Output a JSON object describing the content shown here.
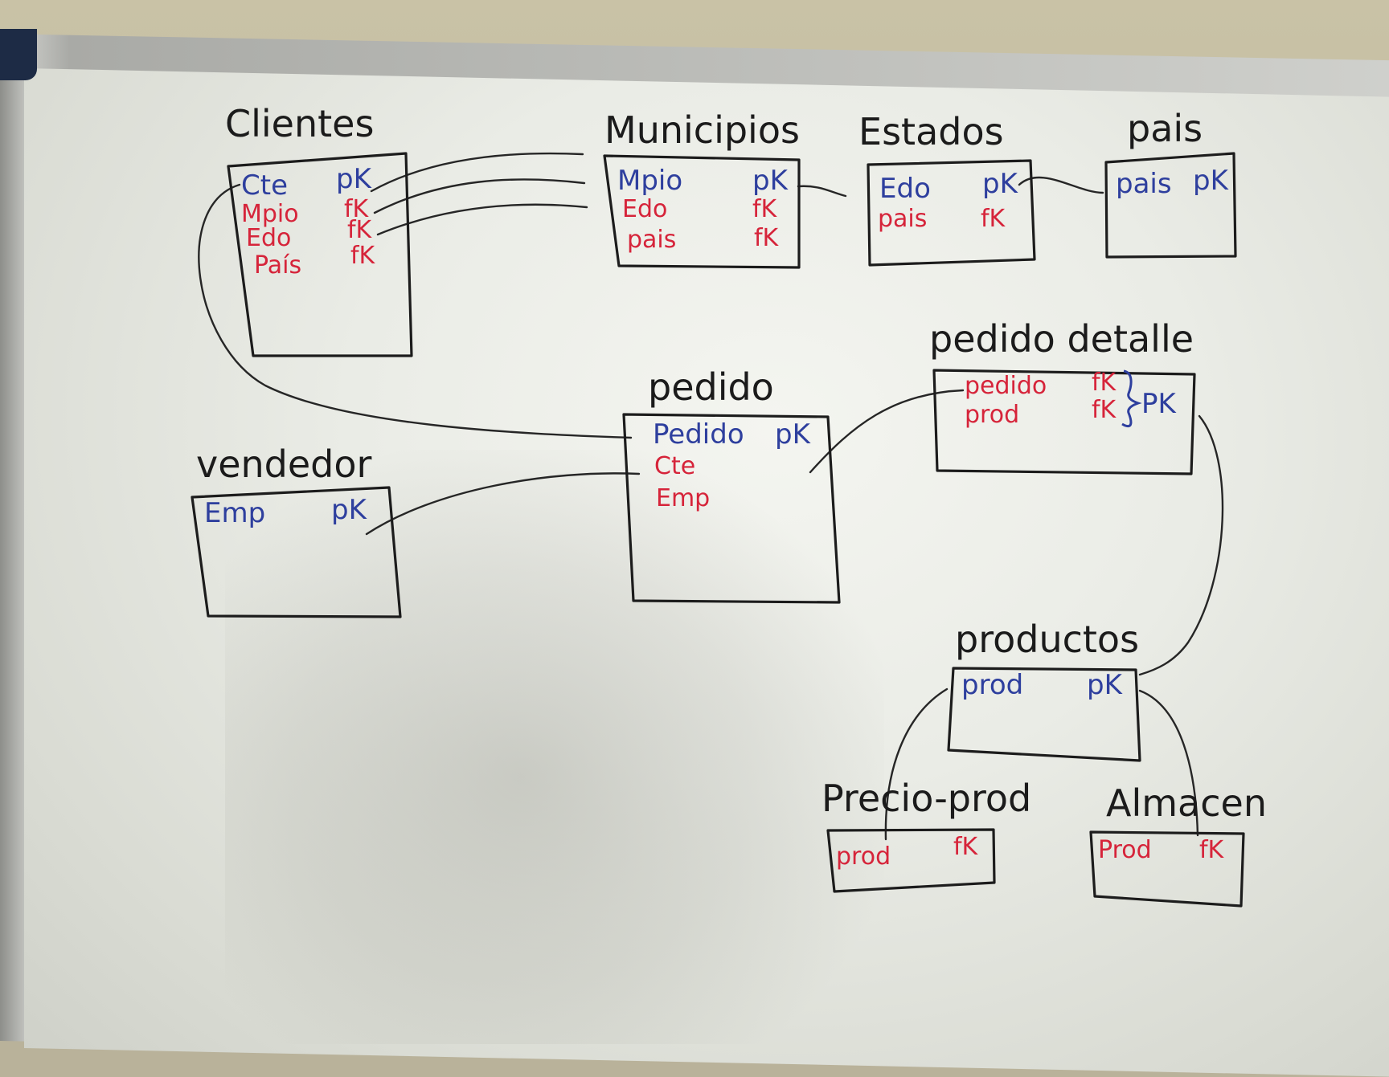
{
  "tables": {
    "clientes": {
      "name": "Clientes",
      "rows": [
        {
          "field": "Cte",
          "key": "pK"
        },
        {
          "field": "Mpio",
          "key": "fK"
        },
        {
          "field": "Edo",
          "key": "fK"
        },
        {
          "field": "País",
          "key": "fK"
        }
      ]
    },
    "municipios": {
      "name": "Municipios",
      "rows": [
        {
          "field": "Mpio",
          "key": "pK"
        },
        {
          "field": "Edo",
          "key": "fK"
        },
        {
          "field": "pais",
          "key": "fK"
        }
      ]
    },
    "estados": {
      "name": "Estados",
      "rows": [
        {
          "field": "Edo",
          "key": "pK"
        },
        {
          "field": "pais",
          "key": "fK"
        }
      ]
    },
    "pais": {
      "name": "pais",
      "rows": [
        {
          "field": "pais",
          "key": "pK"
        }
      ]
    },
    "pedido_detalle": {
      "name": "pedido detalle",
      "rows": [
        {
          "field": "pedido",
          "key": "fK"
        },
        {
          "field": "prod",
          "key": "fK"
        }
      ],
      "composite_key": "PK"
    },
    "pedido": {
      "name": "pedido",
      "rows": [
        {
          "field": "Pedido",
          "key": "pK"
        },
        {
          "field": "Cte",
          "key": ""
        },
        {
          "field": "Emp",
          "key": ""
        }
      ]
    },
    "vendedor": {
      "name": "vendedor",
      "rows": [
        {
          "field": "Emp",
          "key": "pK"
        }
      ]
    },
    "productos": {
      "name": "productos",
      "rows": [
        {
          "field": "prod",
          "key": "pK"
        }
      ]
    },
    "precio_prod": {
      "name": "Precio-prod",
      "rows": [
        {
          "field": "prod",
          "key": "fK"
        }
      ]
    },
    "almacen": {
      "name": "Almacen",
      "rows": [
        {
          "field": "Prod",
          "key": "fK"
        }
      ]
    }
  },
  "colors": {
    "primary_key_ink": "#2e3f9e",
    "foreign_key_ink": "#d6243a",
    "outline_ink": "#1c1c1c"
  }
}
